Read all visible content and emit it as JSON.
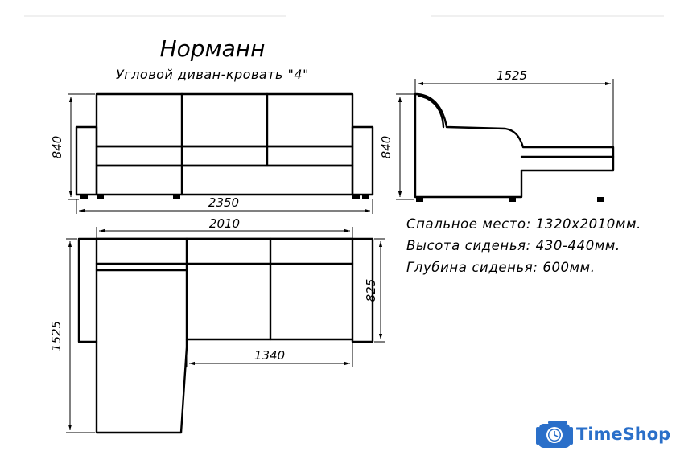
{
  "title": "Норманн",
  "subtitle": "Угловой диван-кровать \"4\"",
  "front_view": {
    "height": "840",
    "width": "2350"
  },
  "side_view": {
    "depth": "1525",
    "height": "840"
  },
  "top_view": {
    "width": "2010",
    "depth": "1525",
    "section_depth": "825",
    "section_width": "1340"
  },
  "specs": [
    "Спальное место: 1320х2010мм.",
    "Высота сиденья: 430-440мм.",
    "Глубина сиденья: 600мм."
  ],
  "brand": {
    "name": "TimeShop",
    "icon": "suitcase-clock-icon",
    "color": "#2a6fc9"
  }
}
